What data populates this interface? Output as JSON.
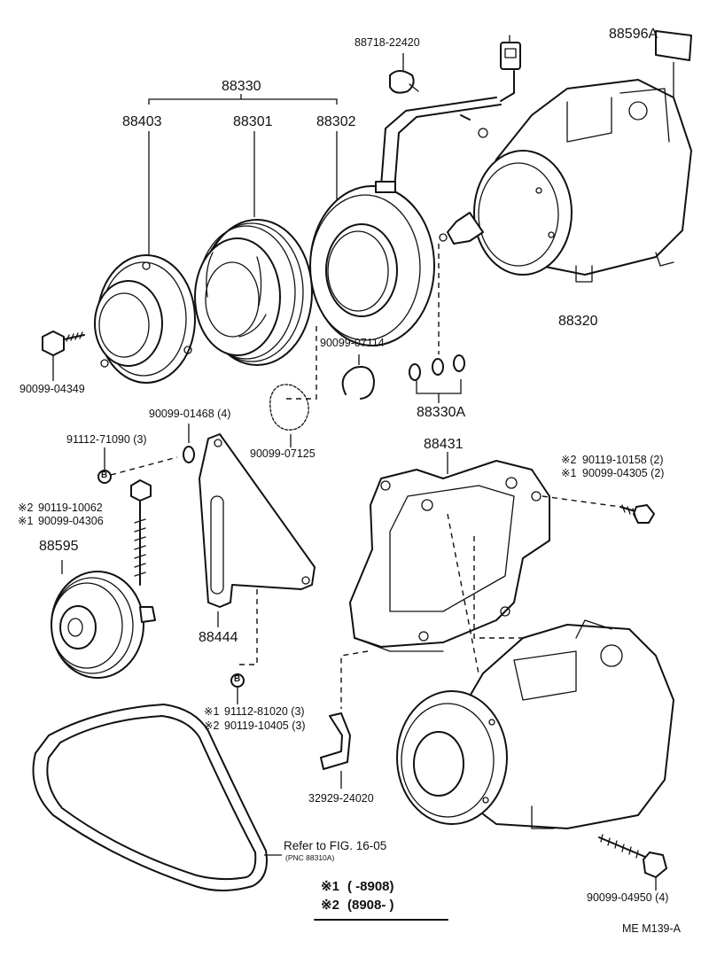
{
  "parts": {
    "p88596A": "88596A",
    "p88718": "88718-22420",
    "p88330": "88330",
    "p88403": "88403",
    "p88301": "88301",
    "p88302": "88302",
    "p88320": "88320",
    "p90099_04349": "90099-04349",
    "p90099_07114": "90099-07114",
    "p88330A": "88330A",
    "p90099_01468": "90099-01468 (4)",
    "p90099_07125": "90099-07125",
    "p91112_71090": "91112-71090 (3)",
    "p88431": "88431",
    "p90119_10158": "90119-10158 (2)",
    "p90099_04305": "90099-04305 (2)",
    "p90119_10062": "90119-10062",
    "p90099_04306": "90099-04306",
    "p88595": "88595",
    "p88444": "88444",
    "p91112_81020": "91112-81020 (3)",
    "p90119_10405": "90119-10405 (3)",
    "p32929": "32929-24020",
    "p90099_04950": "90099-04950  (4)"
  },
  "markers": {
    "b_symbol": "B",
    "ast1": "※2",
    "ast2": "※1",
    "ast1_short": "※2",
    "ast2_short": "※1"
  },
  "refer": {
    "text": "Refer to FIG. 16-05",
    "sub": "(PNC 88310A)"
  },
  "legend": {
    "row1_mark": "※1",
    "row1_text": "(        -8908)",
    "row2_mark": "※2",
    "row2_text": "(8908-        )"
  },
  "footer": "ME  M139-A"
}
